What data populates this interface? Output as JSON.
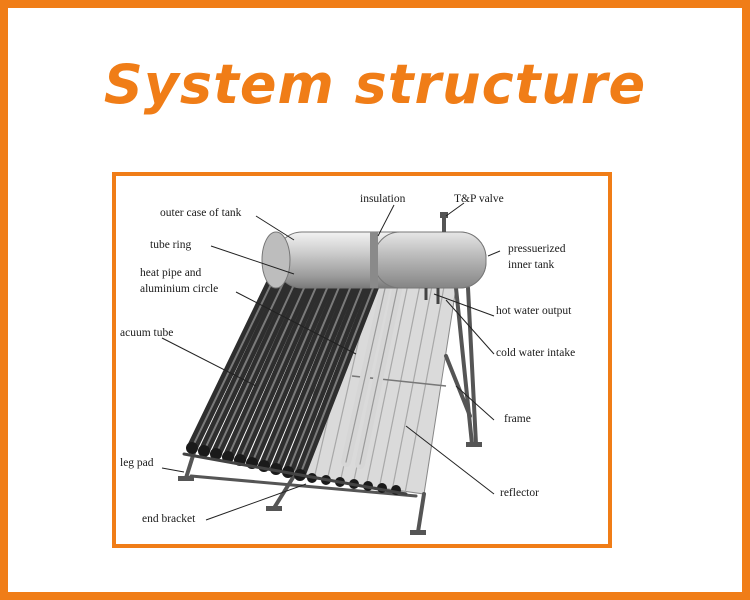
{
  "title": "System structure",
  "colors": {
    "accent": "#f07d17",
    "text": "#1a1a1a"
  },
  "diagram": {
    "labels": {
      "outer_case": "outer case of tank",
      "insulation": "insulation",
      "tp_valve": "T&P valve",
      "tube_ring": "tube ring",
      "pressurized_1": "pressuerized",
      "pressurized_2": "inner tank",
      "heat_pipe_1": "heat pipe and",
      "heat_pipe_2": "aluminium circle",
      "hot_water": "hot water output",
      "acuum_tube": "acuum tube",
      "cold_water": "cold water intake",
      "frame": "frame",
      "leg_pad": "leg pad",
      "reflector": "reflector",
      "end_bracket": "end bracket"
    }
  }
}
